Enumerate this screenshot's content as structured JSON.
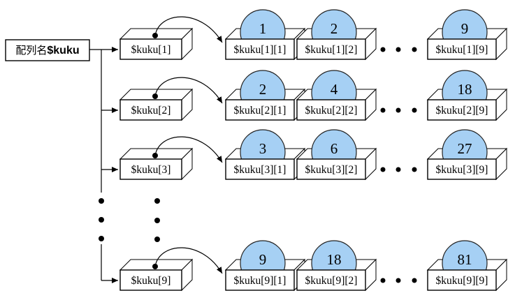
{
  "title_box": {
    "prefix": "配列名",
    "name": "$kuku"
  },
  "rows": [
    {
      "header": "$kuku[1]",
      "cells": [
        {
          "label": "$kuku[1][1]",
          "value": "1"
        },
        {
          "label": "$kuku[1][2]",
          "value": "2"
        },
        {
          "label": "$kuku[1][9]",
          "value": "9"
        }
      ]
    },
    {
      "header": "$kuku[2]",
      "cells": [
        {
          "label": "$kuku[2][1]",
          "value": "2"
        },
        {
          "label": "$kuku[2][2]",
          "value": "4"
        },
        {
          "label": "$kuku[2][9]",
          "value": "18"
        }
      ]
    },
    {
      "header": "$kuku[3]",
      "cells": [
        {
          "label": "$kuku[3][1]",
          "value": "3"
        },
        {
          "label": "$kuku[3][2]",
          "value": "6"
        },
        {
          "label": "$kuku[3][9]",
          "value": "27"
        }
      ]
    },
    {
      "header": "$kuku[9]",
      "cells": [
        {
          "label": "$kuku[9][1]",
          "value": "9"
        },
        {
          "label": "$kuku[9][2]",
          "value": "18"
        },
        {
          "label": "$kuku[9][9]",
          "value": "81"
        }
      ]
    }
  ],
  "colors": {
    "ball_fill": "#A6D0F4",
    "line": "#000000"
  }
}
